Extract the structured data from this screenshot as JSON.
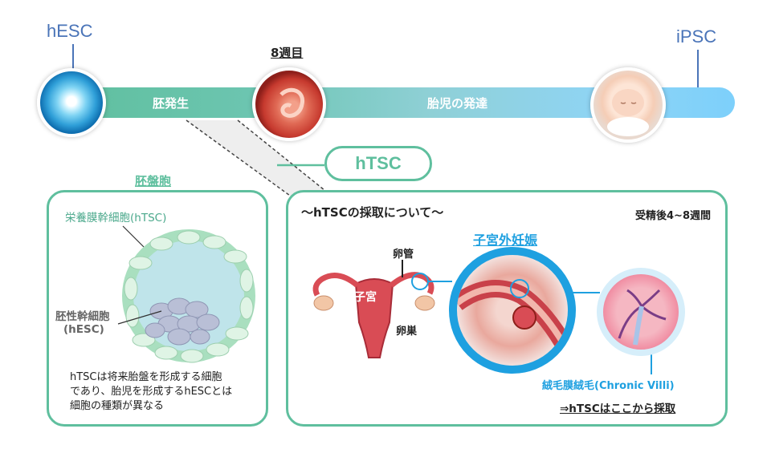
{
  "timeline": {
    "start_label": "hESC",
    "end_label": "iPSC",
    "week_label": "8週目",
    "stage1": "胚発生",
    "stage2": "胎児の発達"
  },
  "htsc_badge": "hTSC",
  "left_panel": {
    "title": "胚盤胞",
    "trophoblast_label": "栄養膜幹細胞(hTSC)",
    "esc_label_line1": "胚性幹細胞",
    "esc_label_line2": "(hESC)",
    "desc_line1": "hTSCは将来胎盤を形成する細胞",
    "desc_line2": "であり、胎児を形成するhESCとは",
    "desc_line3": "細胞の種類が異なる"
  },
  "right_panel": {
    "title": "～hTSCの採取について～",
    "period": "受精後4~8週間",
    "ectopic_title": "子宮外妊娠",
    "tube_label": "卵管",
    "uterus_label": "子宮",
    "ovary_label": "卵巣",
    "villi_label": "絨毛膜絨毛(Chronic Villi)",
    "harvest_label": "⇒hTSCはここから採取"
  },
  "colors": {
    "teal": "#5fbf9e",
    "blue": "#4a74b8",
    "sky": "#1ea0e0"
  }
}
